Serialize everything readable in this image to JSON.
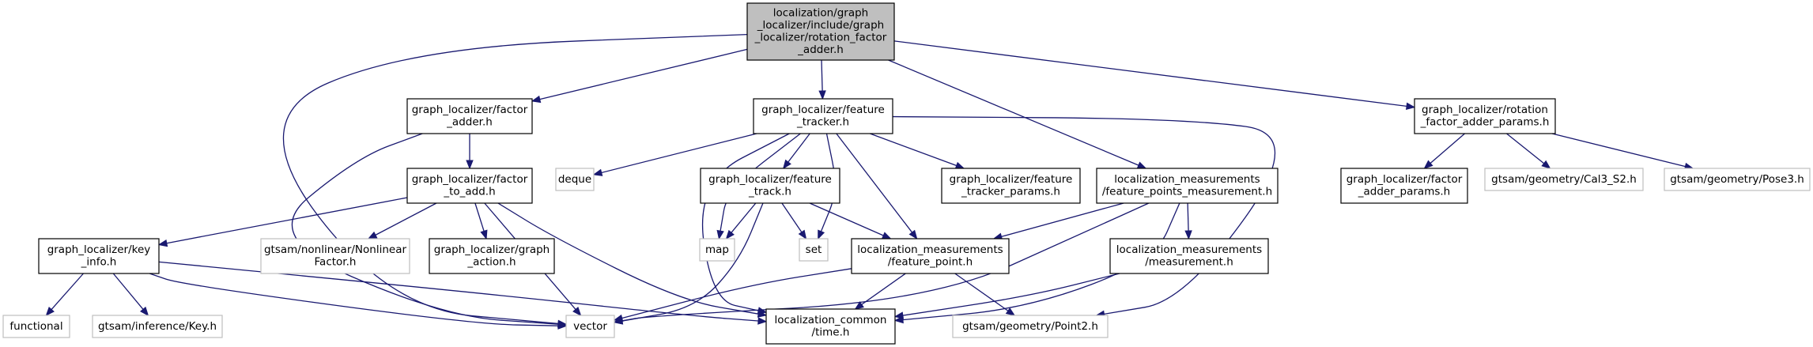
{
  "nodes": [
    {
      "id": "root",
      "kind": "root",
      "lines": [
        "localization/graph",
        "_localizer/include/graph",
        "_localizer/rotation_factor",
        "_adder.h"
      ]
    },
    {
      "id": "factor_adder",
      "kind": "local",
      "lines": [
        "graph_localizer/factor",
        "_adder.h"
      ]
    },
    {
      "id": "feature_tracker",
      "kind": "local",
      "lines": [
        "graph_localizer/feature",
        "_tracker.h"
      ]
    },
    {
      "id": "rfa_params",
      "kind": "local",
      "lines": [
        "graph_localizer/rotation",
        "_factor_adder_params.h"
      ]
    },
    {
      "id": "factor_to_add",
      "kind": "local",
      "lines": [
        "graph_localizer/factor",
        "_to_add.h"
      ]
    },
    {
      "id": "deque",
      "kind": "ext",
      "lines": [
        "deque"
      ]
    },
    {
      "id": "feature_track",
      "kind": "local",
      "lines": [
        "graph_localizer/feature",
        "_track.h"
      ]
    },
    {
      "id": "ft_params",
      "kind": "local",
      "lines": [
        "graph_localizer/feature",
        "_tracker_params.h"
      ]
    },
    {
      "id": "fpm",
      "kind": "local",
      "lines": [
        "localization_measurements",
        "/feature_points_measurement.h"
      ]
    },
    {
      "id": "fa_params",
      "kind": "local",
      "lines": [
        "graph_localizer/factor",
        "_adder_params.h"
      ]
    },
    {
      "id": "cal3",
      "kind": "ext",
      "lines": [
        "gtsam/geometry/Cal3_S2.h"
      ]
    },
    {
      "id": "pose3",
      "kind": "ext",
      "lines": [
        "gtsam/geometry/Pose3.h"
      ]
    },
    {
      "id": "key_info",
      "kind": "local",
      "lines": [
        "graph_localizer/key",
        "_info.h"
      ]
    },
    {
      "id": "nonlinear",
      "kind": "ext",
      "lines": [
        "gtsam/nonlinear/Nonlinear",
        "Factor.h"
      ]
    },
    {
      "id": "graph_action",
      "kind": "local",
      "lines": [
        "graph_localizer/graph",
        "_action.h"
      ]
    },
    {
      "id": "map",
      "kind": "ext",
      "lines": [
        "map"
      ]
    },
    {
      "id": "set",
      "kind": "ext",
      "lines": [
        "set"
      ]
    },
    {
      "id": "feature_point",
      "kind": "local",
      "lines": [
        "localization_measurements",
        "/feature_point.h"
      ]
    },
    {
      "id": "measurement",
      "kind": "local",
      "lines": [
        "localization_measurements",
        "/measurement.h"
      ]
    },
    {
      "id": "functional",
      "kind": "ext",
      "lines": [
        "functional"
      ]
    },
    {
      "id": "key_h",
      "kind": "ext",
      "lines": [
        "gtsam/inference/Key.h"
      ]
    },
    {
      "id": "vector",
      "kind": "ext",
      "lines": [
        "vector"
      ]
    },
    {
      "id": "time",
      "kind": "local",
      "lines": [
        "localization_common",
        "/time.h"
      ]
    },
    {
      "id": "point2",
      "kind": "ext",
      "lines": [
        "gtsam/geometry/Point2.h"
      ]
    }
  ],
  "edges": [
    [
      "root",
      "factor_adder"
    ],
    [
      "root",
      "feature_tracker"
    ],
    [
      "root",
      "rfa_params"
    ],
    [
      "root",
      "fpm"
    ],
    [
      "root",
      "vector"
    ],
    [
      "factor_adder",
      "factor_to_add"
    ],
    [
      "factor_adder",
      "vector"
    ],
    [
      "factor_to_add",
      "key_info"
    ],
    [
      "factor_to_add",
      "nonlinear"
    ],
    [
      "factor_to_add",
      "graph_action"
    ],
    [
      "factor_to_add",
      "vector"
    ],
    [
      "factor_to_add",
      "time"
    ],
    [
      "key_info",
      "functional"
    ],
    [
      "key_info",
      "key_h"
    ],
    [
      "key_info",
      "vector"
    ],
    [
      "key_info",
      "time"
    ],
    [
      "feature_tracker",
      "deque"
    ],
    [
      "feature_tracker",
      "feature_track"
    ],
    [
      "feature_tracker",
      "ft_params"
    ],
    [
      "feature_tracker",
      "map"
    ],
    [
      "feature_tracker",
      "set"
    ],
    [
      "feature_tracker",
      "feature_point"
    ],
    [
      "feature_tracker",
      "time"
    ],
    [
      "feature_tracker",
      "point2"
    ],
    [
      "feature_track",
      "map"
    ],
    [
      "feature_track",
      "set"
    ],
    [
      "feature_track",
      "feature_point"
    ],
    [
      "feature_track",
      "vector"
    ],
    [
      "fpm",
      "feature_point"
    ],
    [
      "fpm",
      "measurement"
    ],
    [
      "fpm",
      "vector"
    ],
    [
      "fpm",
      "time"
    ],
    [
      "feature_point",
      "vector"
    ],
    [
      "feature_point",
      "time"
    ],
    [
      "feature_point",
      "point2"
    ],
    [
      "measurement",
      "time"
    ],
    [
      "rfa_params",
      "fa_params"
    ],
    [
      "rfa_params",
      "cal3"
    ],
    [
      "rfa_params",
      "pose3"
    ]
  ]
}
